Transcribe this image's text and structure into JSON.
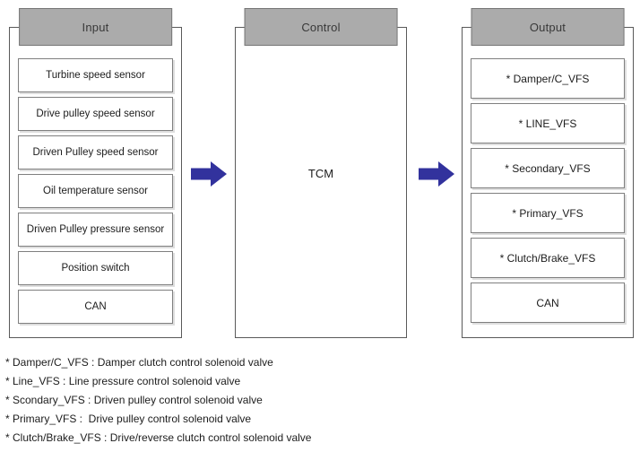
{
  "panels": [
    {
      "id": "input",
      "header": "Input",
      "items": [
        "Turbine speed sensor",
        "Drive pulley speed sensor",
        "Driven Pulley speed sensor",
        "Oil temperature sensor",
        "Driven Pulley pressure sensor",
        "Position switch",
        "CAN"
      ]
    },
    {
      "id": "control",
      "header": "Control",
      "label": "TCM"
    },
    {
      "id": "output",
      "header": "Output",
      "items": [
        "* Damper/C_VFS",
        "* LINE_VFS",
        "* Secondary_VFS",
        "* Primary_VFS",
        "* Clutch/Brake_VFS",
        "CAN"
      ]
    }
  ],
  "footnotes": [
    "* Damper/C_VFS : Damper clutch control solenoid valve",
    "* Line_VFS : Line pressure control solenoid valve",
    "* Scondary_VFS : Driven pulley control solenoid valve",
    "* Primary_VFS :  Drive pulley control solenoid valve",
    "* Clutch/Brake_VFS : Drive/reverse clutch control solenoid valve"
  ],
  "colors": {
    "arrow": "#32329d",
    "header_fill": "#ababab",
    "header_border": "#767676",
    "frame_border": "#5a5a5a",
    "box_border": "#7f7f7f"
  }
}
